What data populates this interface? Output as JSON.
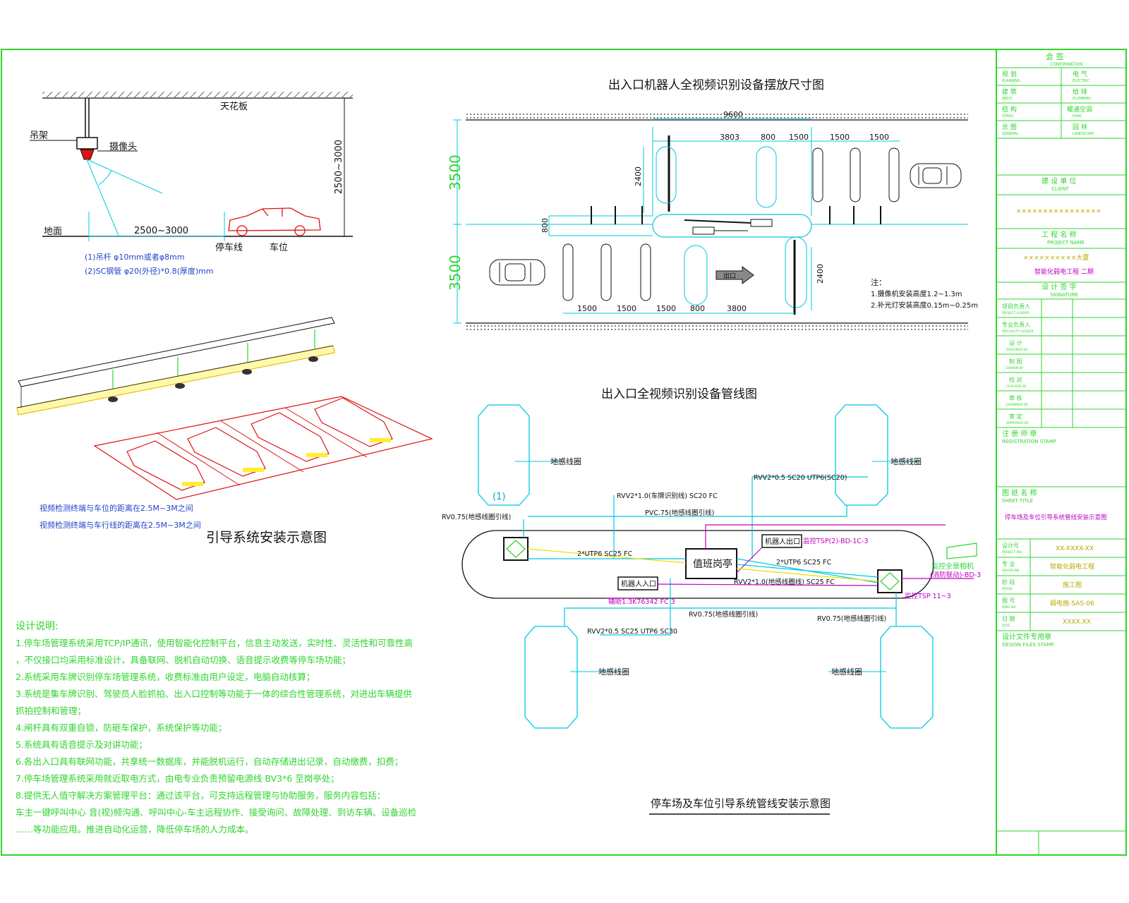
{
  "colors": {
    "frame": "#2fd42f",
    "cyan": "#00c8e0",
    "red": "#e01010",
    "magenta": "#c000c0",
    "yellow": "#e8e000",
    "black": "#111111"
  },
  "ceiling_section": {
    "ceiling_label": "天花板",
    "bracket_label": "吊架",
    "camera_label": "摄像头",
    "height_dim": "2500~3000",
    "floor_label": "地面",
    "distance_dim": "2500~3000",
    "stop_line_label": "停车线",
    "space_label": "车位",
    "note1": "(1)吊杆 φ10mm或者φ8mm",
    "note2": "(2)SC钢管 φ20(外径)*0.8(厚度)mm"
  },
  "guide_install": {
    "note1": "视频检测终端与车位的距离在2.5M~3M之间",
    "note2": "视频检测终端与车行线的距离在2.5M~3M之间",
    "title": "引导系统安装示意图"
  },
  "design_notes": {
    "heading": "设计说明:",
    "lines": [
      "1.停车场管理系统采用TCP/IP通讯，使用智能化控制平台，信息主动发送，实时性、灵活性和可靠性高",
      "，不仅接口均采用标准设计，具备联网、脱机自动切换、语音提示收费等停车场功能；",
      "2.系统采用车牌识别停车场管理系统，收费标准由用户设定，电脑自动核算；",
      "3.系统是集车牌识别、驾驶员人脸抓拍、出入口控制等功能于一体的综合性管理系统，对进出车辆提供",
      "抓拍控制和管理；",
      "4.闸杆具有双重自锁，防砸车保护，系统保护等功能；",
      "5.系统具有语音提示及对讲功能；",
      "6.各出入口具有联网功能，共享统一数据库，并能脱机运行，自动存储进出记录，自动缴费，扣费；",
      "7.停车场管理系统采用就近取电方式，由电专业负责预留电源线 BV3*6 至岗亭处；",
      "8.提供无人值守解决方案管理平台：通过该平台，可支持远程管理与协助服务，服务内容包括：",
      "车主一键呼叫中心 音(视)频沟通、呼叫中心-车主远程协作、接受询问、故障处理、到访车辆、设备巡检",
      "……等功能应用。推进自动化运营，降低停车场的人力成本。"
    ]
  },
  "top_plan": {
    "title": "出入口机器人全视频识别设备摆放尺寸图",
    "dims": {
      "top_total": "9600",
      "lane_top": "3500",
      "lane_bottom": "3500",
      "island": "800",
      "top_row": [
        "3803",
        "800",
        "1500",
        "1500",
        "1500"
      ],
      "bottom_row": [
        "1500",
        "1500",
        "1500",
        "800",
        "3800"
      ],
      "vertical_left": "2400",
      "vertical_right": "2400"
    },
    "sign_arrow": "出口",
    "note_heading": "注：",
    "note1": "1.摄像机安装高度1.2~1.3m",
    "note2": "2.补光灯安装高度0.15m~0.25m"
  },
  "wiring": {
    "title": "出入口全视频识别设备管线图",
    "booth_label": "值班岗亭",
    "robot_label_1": "机器人出口",
    "robot_label_2": "机器人入口",
    "loop_labels": [
      "地感线圈",
      "地感线圈",
      "地感线圈",
      "地感线圈"
    ],
    "circle_label": "(1)",
    "cables": {
      "c1": "RVV2*1.0(车牌识别线) SC20 FC",
      "c2": "RVV2*0.5 SC20 UTP6(SC20)",
      "c3": "RV0.75(地感线圈引线)",
      "c4": "PVC.75(地感线圈引线)",
      "c5": "2*UTP6 SC25 FC",
      "c6": "2*UTP6 SC25 FC",
      "c7": "RVV2*0.5 SC25 UTP6 SC30",
      "c8": "RV0.75(地感线圈引线)",
      "c9": "RV0.75(地感线圈引线)",
      "c10": "RVV2*1.0(地感线圈线) SC25 FC",
      "m1": "监控TSP(2)-BD-1C-3",
      "m2": "辅助1.3K76342 FC 3",
      "m3": "监控TSP 11~3",
      "m4": "(消防联动)-BD-3"
    },
    "fence_label": "监控全景相机",
    "bottom_title": "停车场及车位引导系统管线安装示意图"
  },
  "title_block": {
    "confirm_cn": "会 签",
    "confirm_en": "CONFIRMATION",
    "row_labels": [
      [
        "规 划",
        "PLANNING",
        "电 气",
        "ELECTRIC"
      ],
      [
        "建 筑",
        "ARCH.",
        "给 排",
        "PLUMBING"
      ],
      [
        "结 构",
        "STRUC.",
        "暖通空调",
        "HVAC"
      ],
      [
        "总 图",
        "GENERAL",
        "园 林",
        "LANDSCAPE"
      ]
    ],
    "client_cn": "建 设 单 位",
    "client_en": "CLIENT",
    "client_value": "××××××××××××××××",
    "project_cn": "工 程 名 称",
    "project_en": "PROJECT NAME",
    "project_value_1": "××××××××××大厦",
    "project_value_2": "智能化弱电工程 二期",
    "signature_cn": "设 计 签 字",
    "signature_en": "SIGNATURE",
    "sign_rows": [
      [
        "项目负责人",
        "PROJECT LEADER"
      ],
      [
        "专业负责人",
        "SPECIALITY LEADER"
      ],
      [
        "设 计",
        "DESIGNED BY"
      ],
      [
        "制 图",
        "DRAWN BY"
      ],
      [
        "校 对",
        "CHECKED BY"
      ],
      [
        "审 核",
        "EXAMINED BY"
      ],
      [
        "审 定",
        "APPROVED BY"
      ]
    ],
    "stamp_cn": "注 册 师 章",
    "stamp_en": "REGISTRATION STAMP",
    "sheet_cn": "图 纸 名 称",
    "sheet_en": "SHEET TITLE",
    "sheet_value": "停车场及车位引导系统管线安装示意图",
    "info_rows": [
      [
        "设计号",
        "PROJECT NO.",
        "XX-XXXX-XX"
      ],
      [
        "专 业",
        "DISCIPLINE",
        "智能化弱电工程"
      ],
      [
        "阶 段",
        "PHASE",
        "施工图"
      ],
      [
        "图 号",
        "DWG NO.",
        "弱电施-SAS-06"
      ],
      [
        "日 期",
        "DATE",
        "XXXX.XX"
      ]
    ],
    "files_cn": "设计文件专用章",
    "files_en": "DESIGN FILES STAMP"
  }
}
